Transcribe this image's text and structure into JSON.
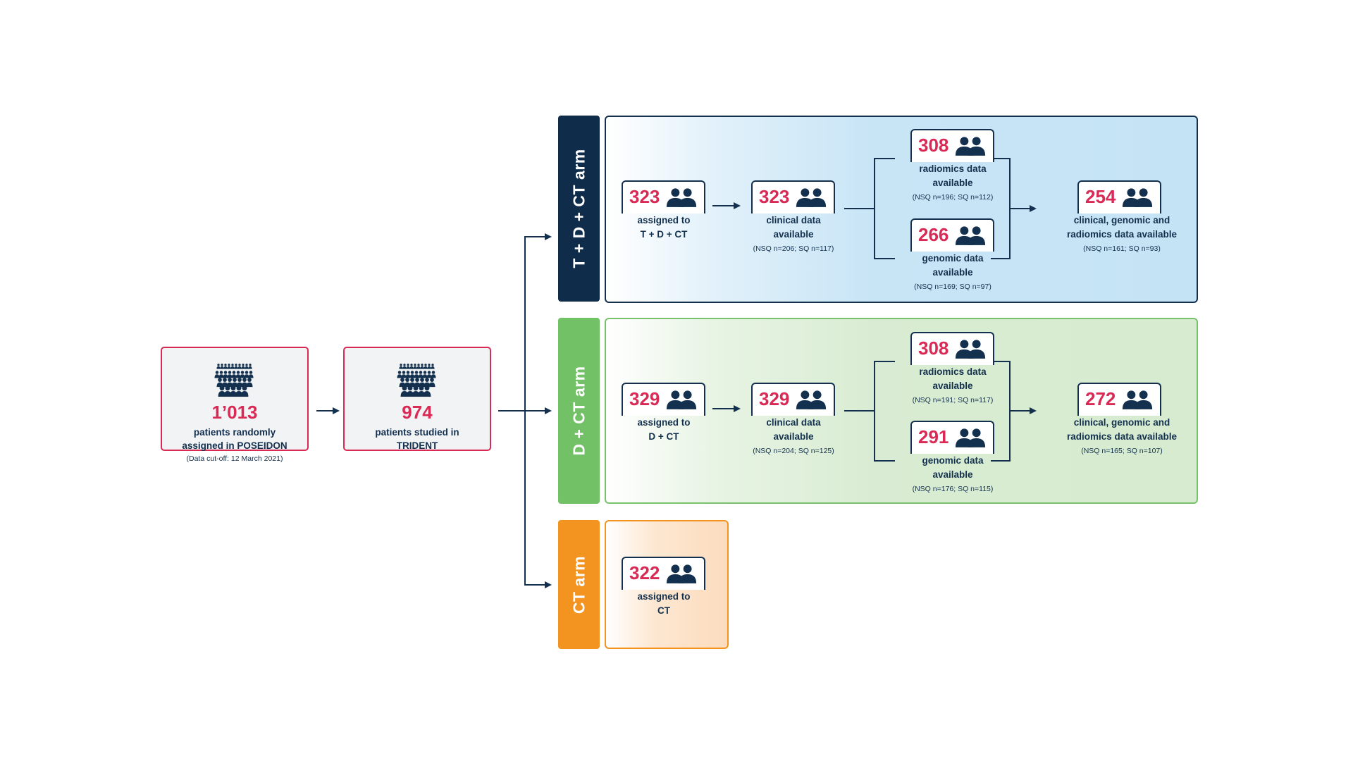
{
  "start": [
    {
      "number": "1’013",
      "label_line1": "patients randomly",
      "label_line2": "assigned in POSEIDON",
      "note": "(Data cut-off: 12 March 2021)"
    },
    {
      "number": "974",
      "label_line1": "patients studied in",
      "label_line2": "TRIDENT"
    }
  ],
  "arms": [
    {
      "title": "T + D + CT arm",
      "color": "#0f2d4b",
      "assigned": {
        "number": "323",
        "label_line1": "assigned to",
        "label_line2": "T + D + CT"
      },
      "clinical": {
        "number": "323",
        "label_line1": "clinical data",
        "label_line2": "available",
        "note": "(NSQ n=206; SQ n=117)"
      },
      "radiomics": {
        "number": "308",
        "label_line1": "radiomics data",
        "label_line2": "available",
        "note": "(NSQ n=196; SQ n=112)"
      },
      "genomic": {
        "number": "266",
        "label_line1": "genomic data",
        "label_line2": "available",
        "note": "(NSQ n=169; SQ n=97)"
      },
      "combined": {
        "number": "254",
        "label_line1": "clinical, genomic and",
        "label_line2": "radiomics data available",
        "note": "(NSQ n=161; SQ n=93)"
      }
    },
    {
      "title": "D + CT arm",
      "color": "#73c167",
      "assigned": {
        "number": "329",
        "label_line1": "assigned to",
        "label_line2": "D + CT"
      },
      "clinical": {
        "number": "329",
        "label_line1": "clinical data",
        "label_line2": "available",
        "note": "(NSQ n=204; SQ n=125)"
      },
      "radiomics": {
        "number": "308",
        "label_line1": "radiomics data",
        "label_line2": "available",
        "note": "(NSQ n=191; SQ n=117)"
      },
      "genomic": {
        "number": "291",
        "label_line1": "genomic data",
        "label_line2": "available",
        "note": "(NSQ n=176; SQ n=115)"
      },
      "combined": {
        "number": "272",
        "label_line1": "clinical, genomic and",
        "label_line2": "radiomics data available",
        "note": "(NSQ n=165; SQ n=107)"
      }
    },
    {
      "title": "CT arm",
      "color": "#f39320",
      "assigned": {
        "number": "322",
        "label_line1": "assigned to",
        "label_line2": "CT"
      }
    }
  ],
  "colors": {
    "accent": "#d92a55",
    "navy": "#13304e"
  }
}
